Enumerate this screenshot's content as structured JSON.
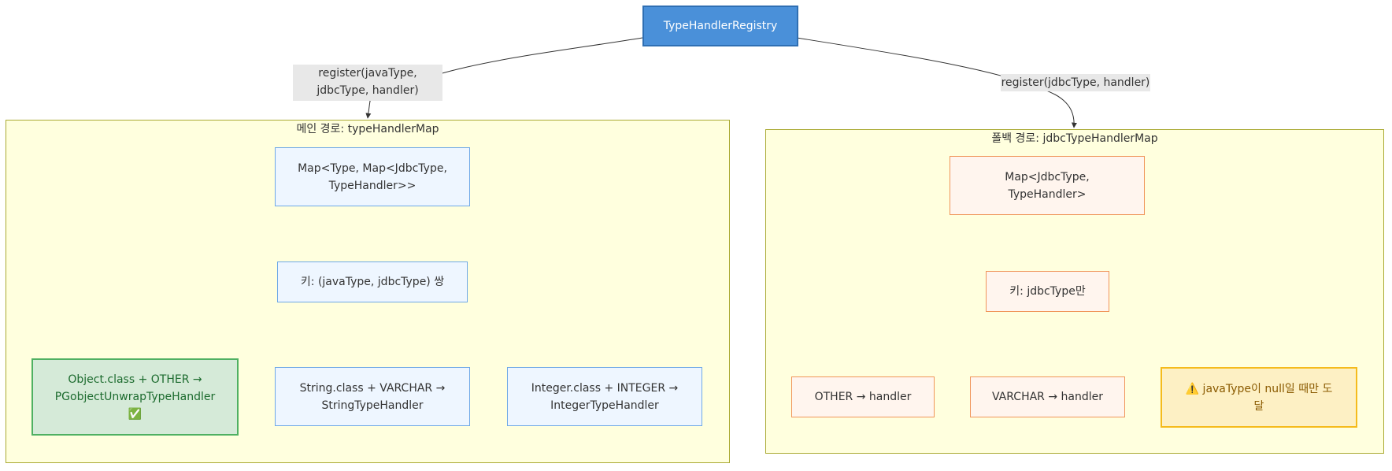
{
  "root": {
    "label": "TypeHandlerRegistry"
  },
  "edge_labels": {
    "main": "register(javaType,\njdbcType, handler)",
    "fallback": "register(jdbcType, handler)"
  },
  "main_cluster": {
    "title": "메인 경로: typeHandlerMap",
    "map_node": "Map<Type, Map<JdbcType,\nTypeHandler>>",
    "key_node": "키: (javaType, jdbcType) 쌍",
    "leaves": [
      {
        "label": "Object.class + OTHER →\nPGobjectUnwrapTypeHandler\n✅",
        "style": "highlight-green"
      },
      {
        "label": "String.class + VARCHAR →\nStringTypeHandler",
        "style": "normal"
      },
      {
        "label": "Integer.class + INTEGER →\nIntegerTypeHandler",
        "style": "normal"
      }
    ]
  },
  "fallback_cluster": {
    "title": "폴백 경로: jdbcTypeHandlerMap",
    "map_node": "Map<JdbcType,\nTypeHandler>",
    "key_node": "키: jdbcType만",
    "leaves": [
      {
        "label": "OTHER → handler",
        "style": "normal"
      },
      {
        "label": "VARCHAR → handler",
        "style": "normal"
      },
      {
        "label": "⚠️ javaType이 null일 때만 도\n달",
        "style": "warning"
      }
    ]
  },
  "colors": {
    "cluster_fill": "#ffffde",
    "cluster_border": "#aaaa33",
    "main_node_fill": "#eef6ff",
    "main_node_border": "#6ea8e6",
    "fallback_node_fill": "#fff5ee",
    "fallback_node_border": "#f0955a",
    "success_fill": "#d5ead8",
    "success_border": "#4fb062",
    "warning_fill": "#fdf0c4",
    "warning_border": "#f5bb1c",
    "root_fill": "#4a90d9",
    "edge_label_fill": "#e8e8e8"
  }
}
